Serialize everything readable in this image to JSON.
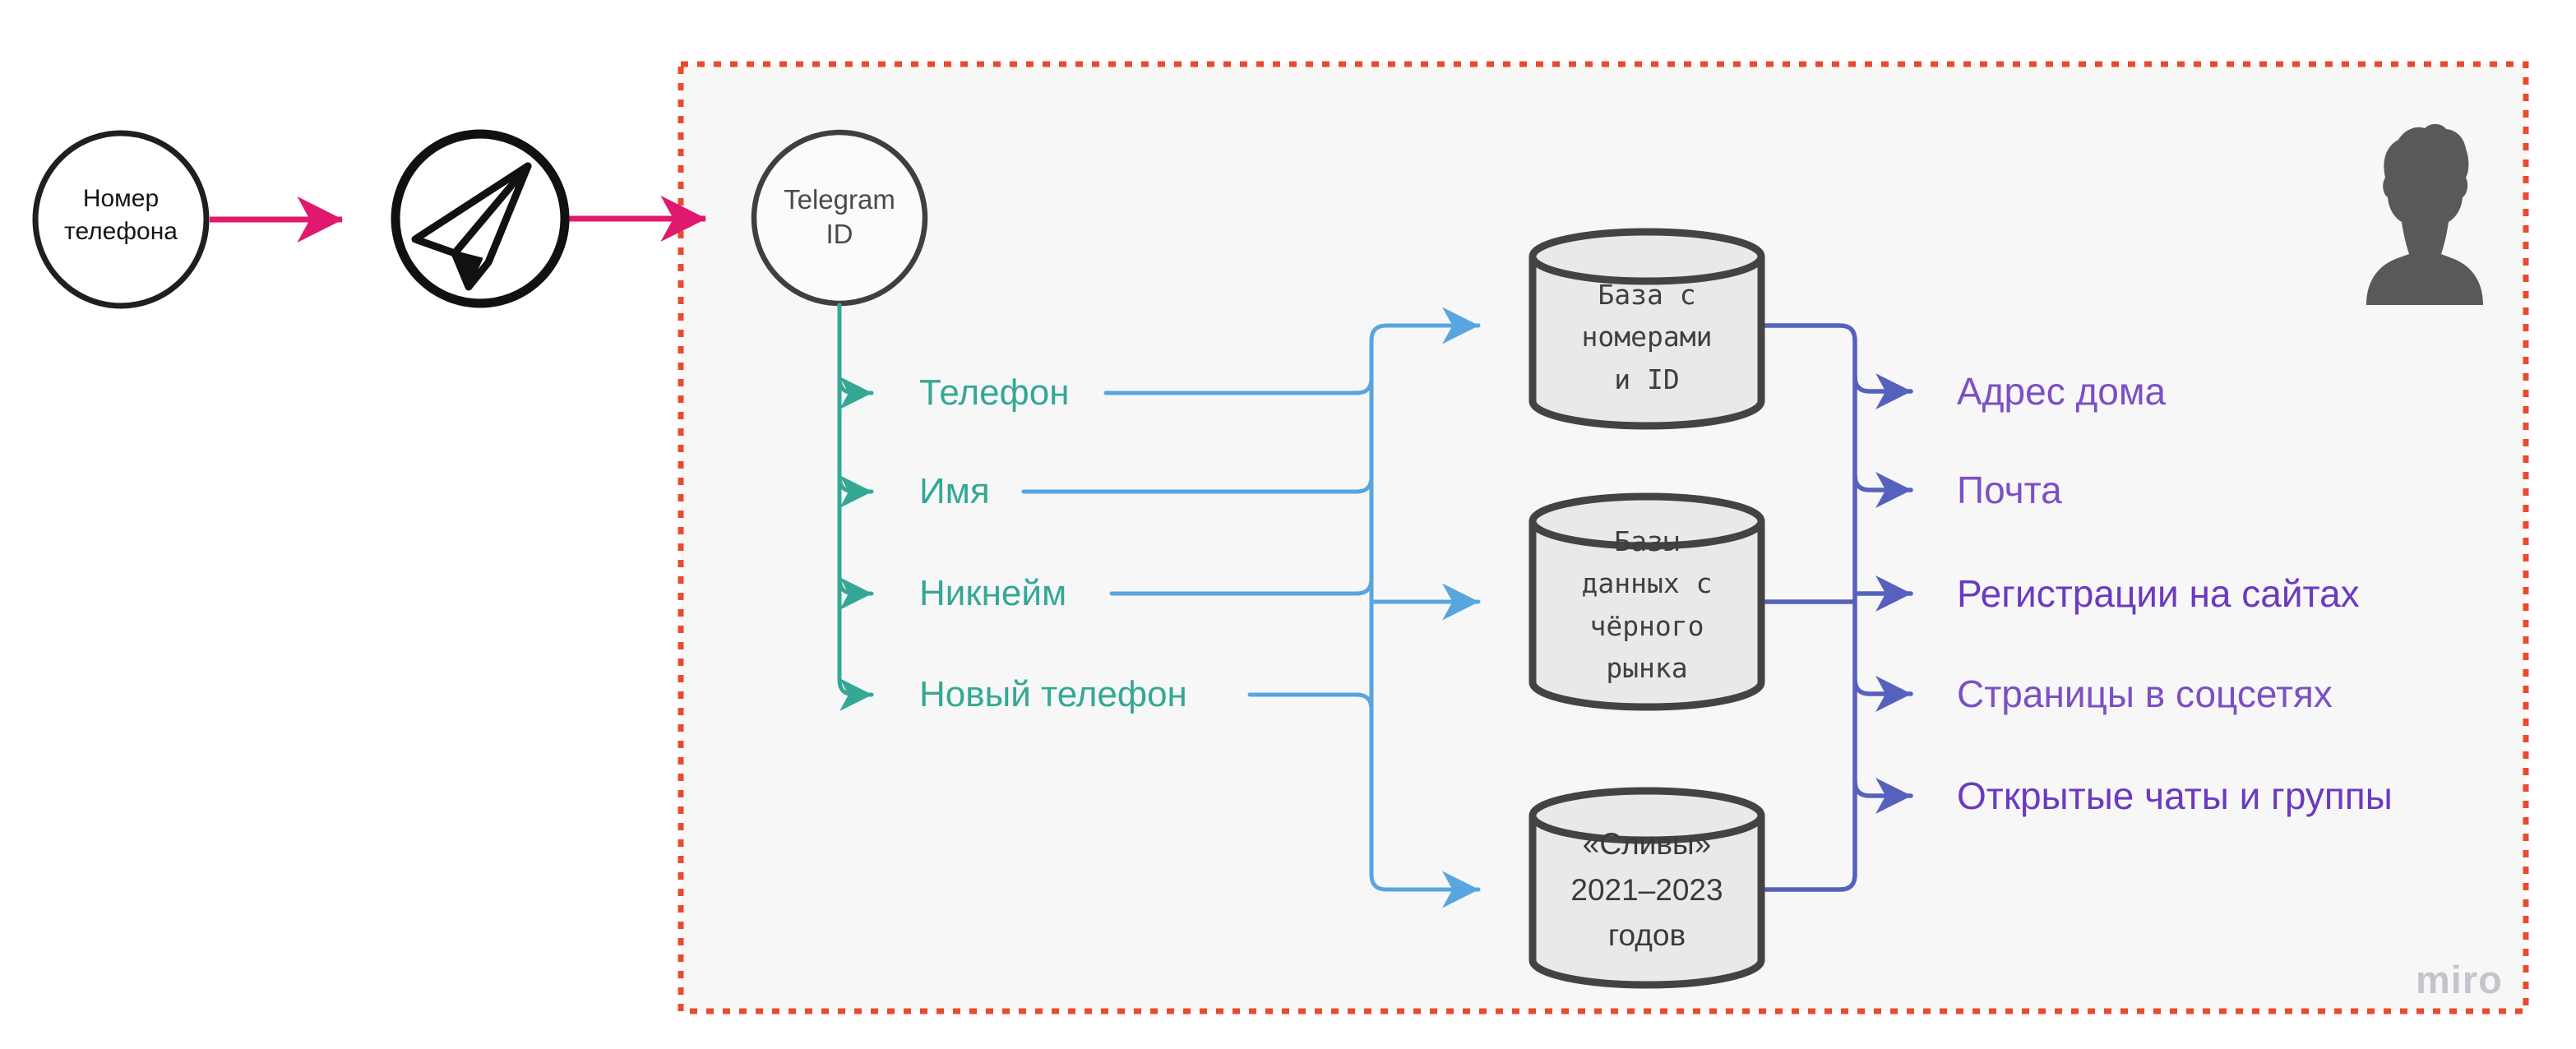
{
  "diagram": {
    "source_node": "Номер\nтелефона",
    "messenger_icon": "telegram-plane",
    "id_node": "Telegram\nID",
    "inputs": [
      "Телефон",
      "Имя",
      "Никнейм",
      "Новый телефон"
    ],
    "databases": [
      "База с\nномерами\nи ID",
      "Базы\nданных с\nчёрного\nрынка",
      "«Сливы»\n2021–2023\nгодов"
    ],
    "outputs": [
      "Адрес дома",
      "Почта",
      "Регистрации на сайтах",
      "Страницы в соцсетях",
      "Открытые чаты и группы"
    ],
    "watermark": "miro"
  },
  "colors": {
    "pink": "#E0196E",
    "teal": "#34A894",
    "blue": "#58A5DF",
    "indigo": "#5661BE",
    "purpleLight": "#7C50C2",
    "purpleDark": "#6B3AC0",
    "border": "#E74C2C",
    "boxBg": "#F7F7F8",
    "cylFill": "#E9E9E9",
    "cylStroke": "#434343",
    "nodeStroke": "#1F1F1F",
    "idStroke": "#3F3F3F",
    "person": "#58595B",
    "watermark": "#C4C4CC"
  }
}
